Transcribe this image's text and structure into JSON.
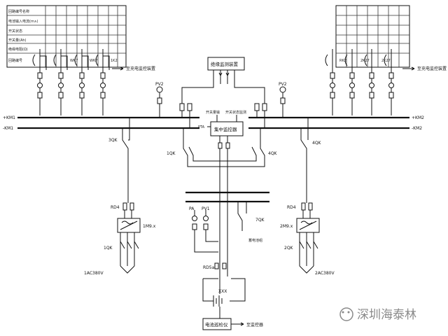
{
  "left_table": {
    "rows": [
      "回路编号名称",
      "电池输入电流(m∧)",
      "开关状态",
      "开关量(Ah)",
      "绝缘电阻(Ω)",
      "回路编号"
    ],
    "col_labels": [
      "WK7",
      "WK7",
      "1K2"
    ]
  },
  "right_table": {
    "col_labels": [
      "RK2",
      "2K27",
      "2K27"
    ]
  },
  "labels": {
    "monitor_box": "绝缘监测装置",
    "center_box": "集中监控器",
    "center_top_left": "开关量输",
    "center_top_right": "开关状态监测",
    "left_signal": "至充电监控装置",
    "right_signal": "至充电监控装置",
    "bus_left_top": "+KM1",
    "bus_left_bottom": "-KM1",
    "bus_right_top": "+KM2",
    "bus_right_bottom": "-KM2",
    "pv_left": "PV2",
    "pv_right": "PV2",
    "center_sw_left": "1QK",
    "center_sw_right": "4QK",
    "left_sw": "3QK",
    "right_sw": "4QK",
    "rd_left": "RD4",
    "rd_right": "RD4",
    "charger_left": "1M9.x",
    "charger_right": "2M9.x",
    "k_left": "1QK",
    "k_right": "2QK",
    "ac_left": "1AC380V",
    "ac_right": "2AC380V",
    "pa": "PA",
    "pv1": "PV1",
    "sw_mid": "7QK",
    "load_sw": "蓄电池组",
    "rd5": "RD5a",
    "battery": "XXX",
    "battery_monitor": "电池巡检仪",
    "to_monitor": "至监控器",
    "pt_label": "PTA"
  },
  "watermark": "深圳海泰林",
  "colors": {
    "line": "#111111",
    "watermark": "#8a8a8a"
  }
}
